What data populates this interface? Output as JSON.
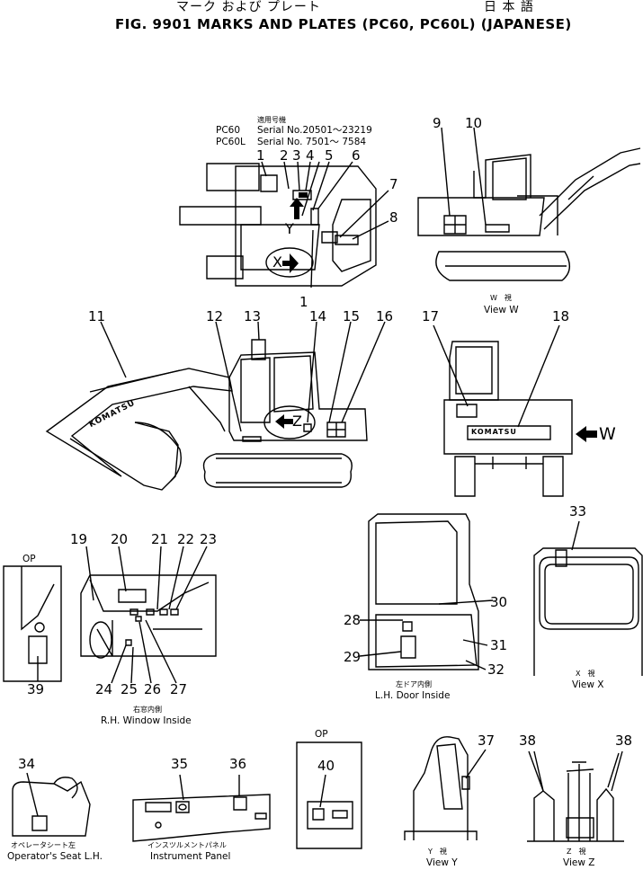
{
  "header": {
    "title_jp": "マーク および プレート",
    "title_jp_right": "日 本 語",
    "title_en": "FIG. 9901  MARKS AND PLATES (PC60, PC60L) (JAPANESE)"
  },
  "serial_table": {
    "heading_jp": "適用号機",
    "rows": [
      {
        "model": "PC60",
        "serial": "Serial No.20501～23219"
      },
      {
        "model": "PC60L",
        "serial": "Serial No. 7501～ 7584"
      }
    ]
  },
  "view_markers": {
    "y": "Y",
    "x": "X",
    "z": "Z",
    "w": "W"
  },
  "brand_mark": "KOMATSU",
  "brand_mark_side": "KOMATSU",
  "callouts": [
    "1",
    "2",
    "3",
    "4",
    "5",
    "6",
    "7",
    "8",
    "9",
    "10",
    "11",
    "12",
    "13",
    "14",
    "15",
    "16",
    "17",
    "18",
    "19",
    "20",
    "21",
    "22",
    "23",
    "24",
    "25",
    "26",
    "27",
    "28",
    "29",
    "30",
    "31",
    "32",
    "33",
    "34",
    "35",
    "36",
    "37",
    "38",
    "39",
    "40"
  ],
  "callout_1b": "1",
  "callout_38b": "38",
  "op_labels": {
    "left": "OP",
    "middle": "OP"
  },
  "captions": {
    "view_w_jp": "W　視",
    "view_w_en": "View  W",
    "rh_window_jp": "右窓内側",
    "rh_window_en": "R.H. Window Inside",
    "lh_door_jp": "左ドア内側",
    "lh_door_en": "L.H. Door Inside",
    "view_x_jp": "X　視",
    "view_x_en": "View  X",
    "seat_jp": "オペレータシート左",
    "seat_en": "Operator's Seat L.H.",
    "panel_jp": "インスツルメントパネル",
    "panel_en": "Instrument Panel",
    "view_y_jp": "Y　視",
    "view_y_en": "View  Y",
    "view_z_jp": "Z　視",
    "view_z_en": "View  Z"
  }
}
